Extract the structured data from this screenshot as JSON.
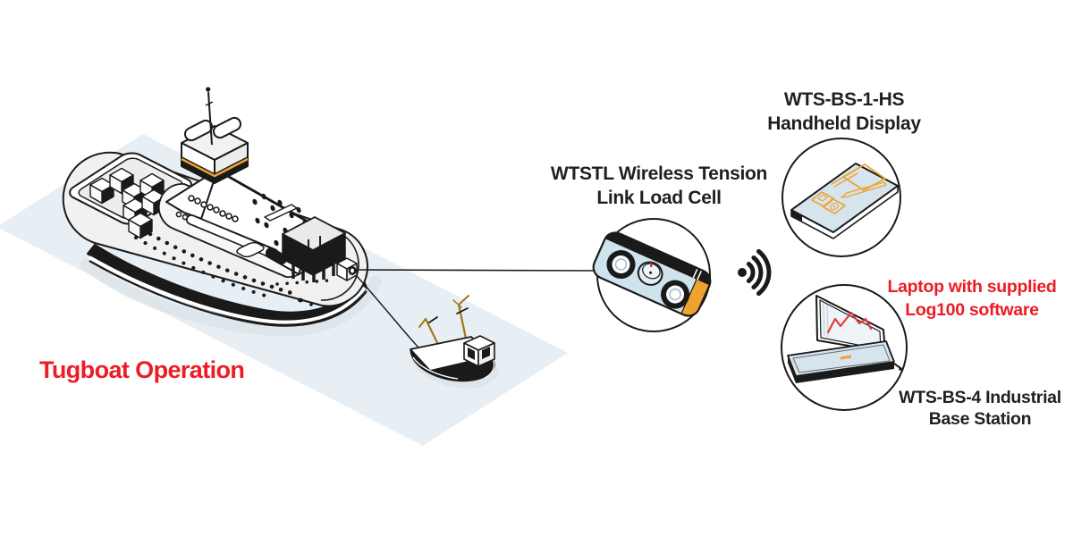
{
  "scene_label": "Tugboat Operation",
  "callouts": {
    "load_cell": {
      "line1": "WTSTL Wireless Tension",
      "line2": "Link Load Cell"
    },
    "handheld": {
      "line1": "WTS-BS-1-HS",
      "line2": "Handheld Display"
    },
    "laptop": {
      "line1": "Laptop with supplied",
      "line2": "Log100 software"
    },
    "base_station": {
      "line1": "WTS-BS-4 Industrial",
      "line2": "Base Station"
    }
  },
  "icons": {
    "wireless_signal": "wireless-signal-icon"
  },
  "colors": {
    "accent_red": "#ec1c24",
    "accent_orange": "#efa32f",
    "device_blue": "#d6e4ee",
    "load_cell_blue": "#cfe3ee",
    "water_blue": "#e7eef4",
    "chart_red": "#e23b3b",
    "text_dark": "#231f20",
    "line_dark": "#1a1a1a"
  }
}
